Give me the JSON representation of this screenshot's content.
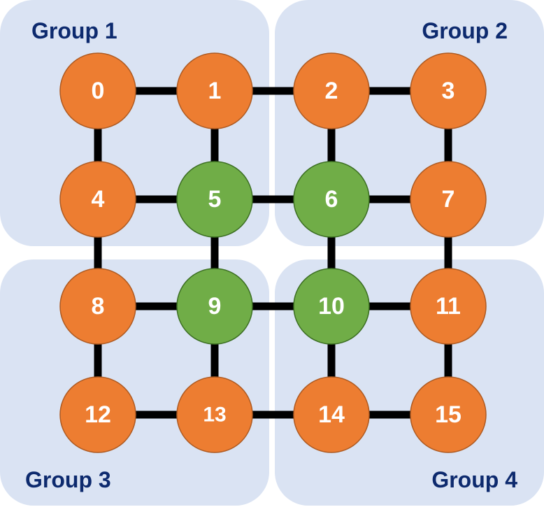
{
  "groups": [
    {
      "label": "Group 1"
    },
    {
      "label": "Group 2"
    },
    {
      "label": "Group 3"
    },
    {
      "label": "Group 4"
    }
  ],
  "nodes": [
    {
      "label": "0",
      "type": "orange"
    },
    {
      "label": "1",
      "type": "orange"
    },
    {
      "label": "2",
      "type": "orange"
    },
    {
      "label": "3",
      "type": "orange"
    },
    {
      "label": "4",
      "type": "orange"
    },
    {
      "label": "5",
      "type": "green"
    },
    {
      "label": "6",
      "type": "green"
    },
    {
      "label": "7",
      "type": "orange"
    },
    {
      "label": "8",
      "type": "orange"
    },
    {
      "label": "9",
      "type": "green"
    },
    {
      "label": "10",
      "type": "green"
    },
    {
      "label": "11",
      "type": "orange"
    },
    {
      "label": "12",
      "type": "orange"
    },
    {
      "label": "13",
      "type": "orange"
    },
    {
      "label": "14",
      "type": "orange"
    },
    {
      "label": "15",
      "type": "orange"
    }
  ],
  "edges": [
    [
      0,
      1
    ],
    [
      1,
      2
    ],
    [
      2,
      3
    ],
    [
      4,
      5
    ],
    [
      5,
      6
    ],
    [
      6,
      7
    ],
    [
      8,
      9
    ],
    [
      9,
      10
    ],
    [
      10,
      11
    ],
    [
      12,
      13
    ],
    [
      13,
      14
    ],
    [
      14,
      15
    ],
    [
      0,
      4
    ],
    [
      4,
      8
    ],
    [
      8,
      12
    ],
    [
      1,
      5
    ],
    [
      5,
      9
    ],
    [
      9,
      13
    ],
    [
      2,
      6
    ],
    [
      6,
      10
    ],
    [
      10,
      14
    ],
    [
      3,
      7
    ],
    [
      7,
      11
    ],
    [
      11,
      15
    ]
  ],
  "colors": {
    "orange_fill": "#ed7d31",
    "orange_stroke": "#ae5a21",
    "green_fill": "#70ad47",
    "green_stroke": "#3b6e22",
    "group_fill": "#dae3f3",
    "group_label": "#0d2a6e",
    "edge": "#000000"
  }
}
